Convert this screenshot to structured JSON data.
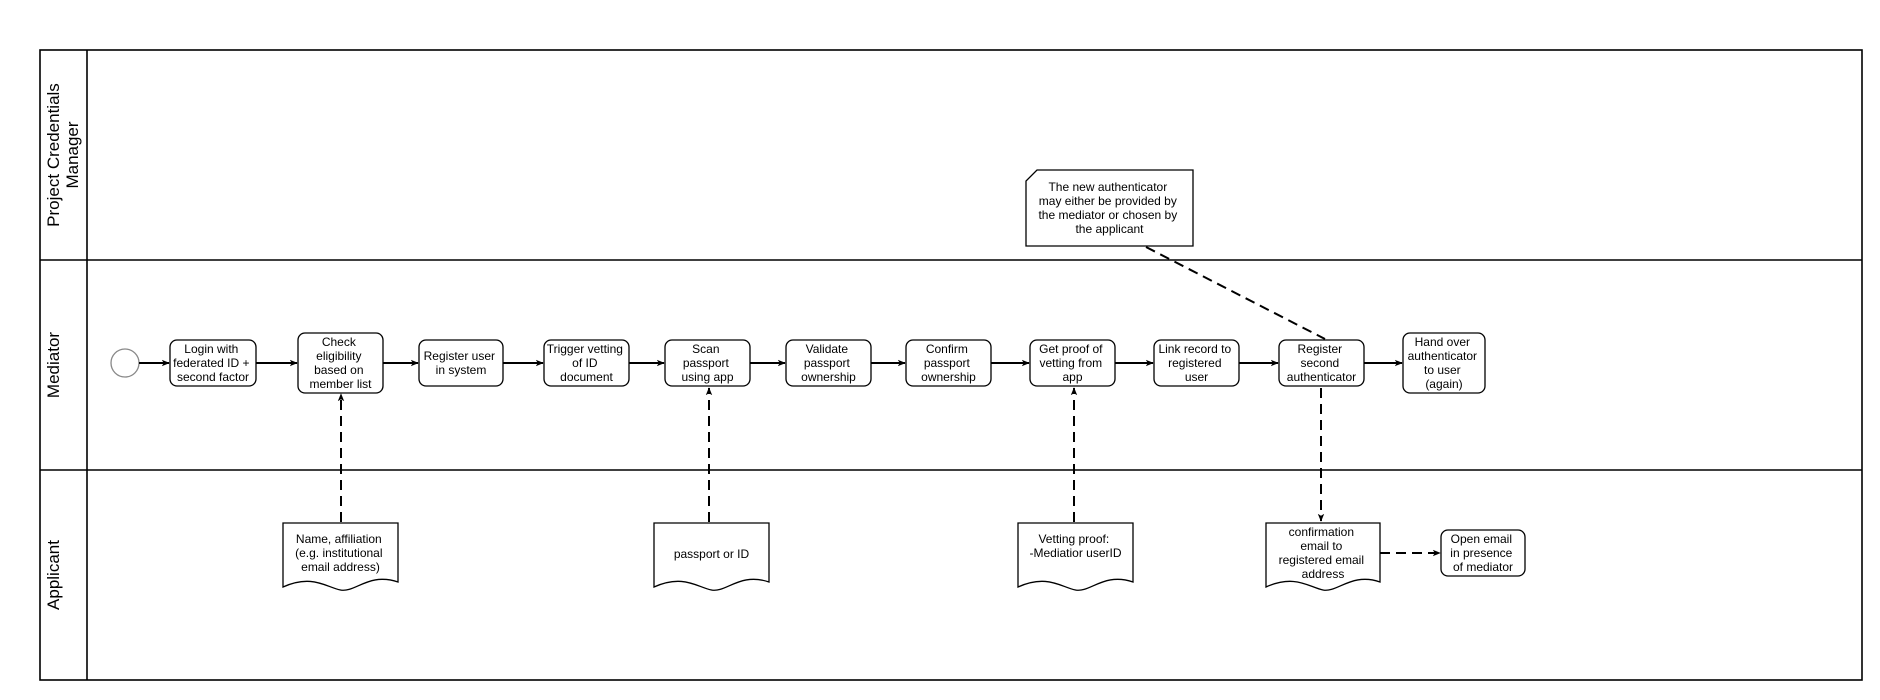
{
  "lanes": [
    {
      "id": "pcm",
      "label_lines": [
        "Project Credentials",
        "Manager"
      ]
    },
    {
      "id": "mediator",
      "label_lines": [
        "Mediator"
      ]
    },
    {
      "id": "applicant",
      "label_lines": [
        "Applicant"
      ]
    }
  ],
  "tasks": [
    {
      "id": "login",
      "lines": [
        "Login with",
        "federated ID +",
        "second factor"
      ]
    },
    {
      "id": "check",
      "lines": [
        "Check",
        "eligibility",
        "based on",
        "member list"
      ]
    },
    {
      "id": "register",
      "lines": [
        "Register user",
        "in system"
      ]
    },
    {
      "id": "trigger",
      "lines": [
        "Trigger vetting",
        "of  ID",
        "document"
      ]
    },
    {
      "id": "scan",
      "lines": [
        "Scan",
        "passport",
        "using app"
      ]
    },
    {
      "id": "validate",
      "lines": [
        "Validate",
        "passport",
        "ownership"
      ]
    },
    {
      "id": "confirm",
      "lines": [
        "Confirm",
        "passport",
        "ownership"
      ]
    },
    {
      "id": "proof",
      "lines": [
        "Get proof of",
        "vetting from",
        "app"
      ]
    },
    {
      "id": "link",
      "lines": [
        "Link record to",
        "registered",
        "user"
      ]
    },
    {
      "id": "second",
      "lines": [
        "Register",
        "second",
        "authenticator"
      ]
    },
    {
      "id": "handover",
      "lines": [
        "Hand over",
        "authenticator",
        "to user",
        "(again)"
      ]
    },
    {
      "id": "openemail",
      "lines": [
        "Open email",
        "in presence",
        "of mediator"
      ]
    }
  ],
  "documents": [
    {
      "id": "name",
      "lines": [
        "Name, affiliation",
        "(e.g. institutional",
        "email address)"
      ]
    },
    {
      "id": "passport",
      "lines": [
        "passport or ID"
      ]
    },
    {
      "id": "vetting",
      "lines": [
        "Vetting proof:",
        "-Mediatior userID"
      ]
    },
    {
      "id": "confirmation",
      "lines": [
        "confirmation",
        "email to",
        "registered email",
        "address"
      ]
    }
  ],
  "annotation": {
    "lines": [
      "The new authenticator",
      "may either be provided by",
      "the mediator or chosen by",
      "the applicant"
    ]
  }
}
